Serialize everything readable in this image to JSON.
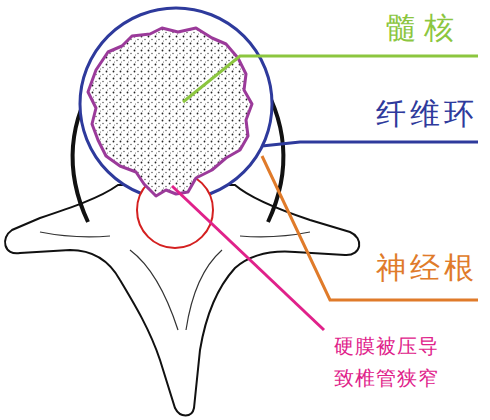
{
  "diagram": {
    "labels": [
      "髓核",
      "纤维环",
      "神经根",
      "硬膜被压导致椎管狭窄"
    ]
  }
}
